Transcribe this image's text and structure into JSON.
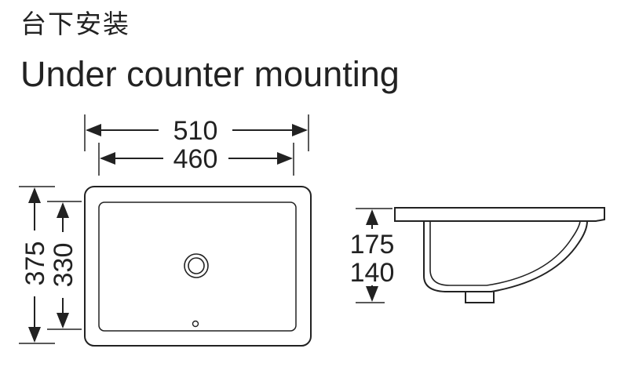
{
  "title": {
    "chinese": "台下安装",
    "english": "Under counter mounting"
  },
  "dimensions": {
    "outer_width": "510",
    "inner_width": "460",
    "outer_depth": "375",
    "inner_depth": "330",
    "total_height": "175",
    "bowl_height": "140"
  },
  "colors": {
    "line": "#222222",
    "background": "#ffffff"
  }
}
